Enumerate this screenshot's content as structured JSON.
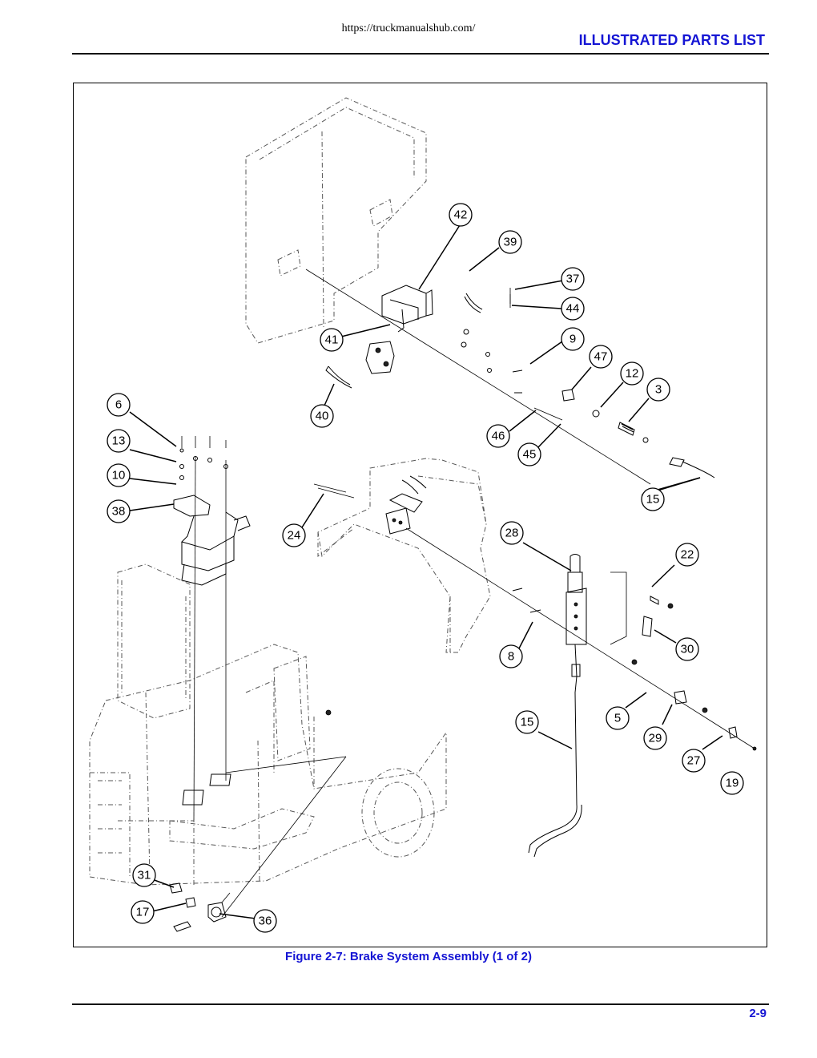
{
  "header": {
    "url": "https://truckmanualshub.com/",
    "section_title": "ILLUSTRATED PARTS LIST"
  },
  "figure": {
    "caption": "Figure 2-7:  Brake System Assembly (1 of 2)",
    "callouts": [
      "42",
      "39",
      "37",
      "44",
      "41",
      "9",
      "47",
      "12",
      "3",
      "40",
      "46",
      "45",
      "15",
      "6",
      "13",
      "10",
      "38",
      "24",
      "28",
      "22",
      "30",
      "8",
      "5",
      "29",
      "27",
      "19",
      "31",
      "17",
      "36"
    ]
  },
  "footer": {
    "page_number": "2-9"
  }
}
